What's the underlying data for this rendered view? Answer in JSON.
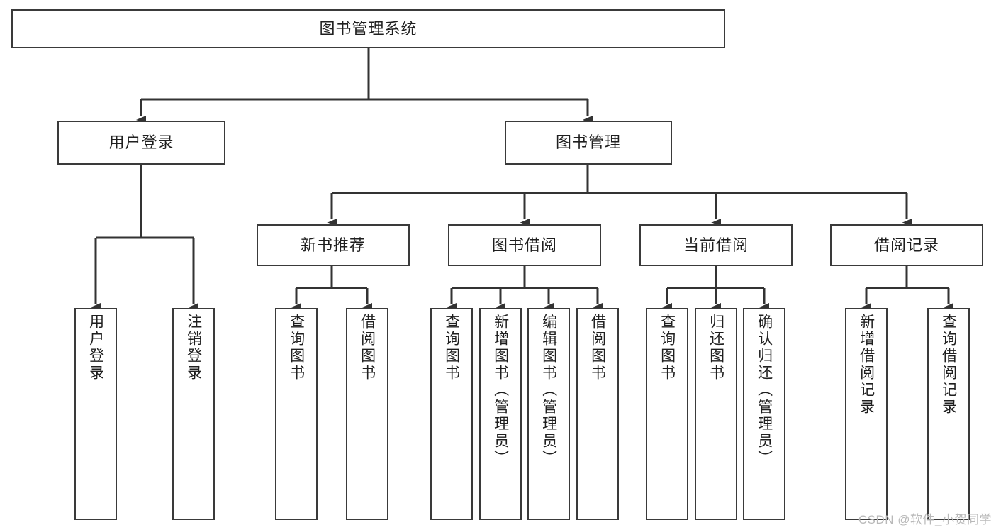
{
  "diagram": {
    "title": "图书管理系统",
    "type": "tree",
    "watermark": "CSDN @软件_小贺同学",
    "colors": {
      "box_border": "#3a3a3a",
      "box_fill": "#ffffff",
      "connector": "#333333",
      "text": "#1f1f1f",
      "watermark": "#b9b9b9",
      "background": "#ffffff"
    },
    "root": {
      "label": "图书管理系统"
    },
    "level1": [
      {
        "label": "用户登录"
      },
      {
        "label": "图书管理"
      }
    ],
    "level2": [
      {
        "label": "新书推荐"
      },
      {
        "label": "图书借阅"
      },
      {
        "label": "当前借阅"
      },
      {
        "label": "借阅记录"
      }
    ],
    "leaves": {
      "user_login": [
        {
          "label": "用户登录"
        },
        {
          "label": "注销登录"
        }
      ],
      "new_book_recommend": [
        {
          "label": "查询图书"
        },
        {
          "label": "借阅图书"
        }
      ],
      "book_borrow": [
        {
          "label": "查询图书"
        },
        {
          "label": "新增图书（管理员）"
        },
        {
          "label": "编辑图书（管理员）"
        },
        {
          "label": "借阅图书"
        }
      ],
      "current_borrow": [
        {
          "label": "查询图书"
        },
        {
          "label": "归还图书"
        },
        {
          "label": "确认归还（管理员）"
        }
      ],
      "borrow_record": [
        {
          "label": "新增借阅记录"
        },
        {
          "label": "查询借阅记录"
        }
      ]
    }
  }
}
